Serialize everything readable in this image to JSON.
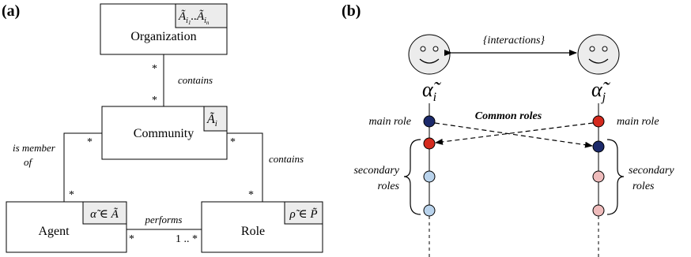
{
  "panel_a": {
    "label": "(a)",
    "organization": {
      "name": "Organization",
      "tag_base": "Ã",
      "tag_sub_1": "i",
      "tag_sub_1b": "1",
      "tag_mid": "..Ã",
      "tag_sub_2": "i",
      "tag_sub_2b": "n"
    },
    "community": {
      "name": "Community",
      "tag_base": "Ã",
      "tag_sub": "i"
    },
    "agent": {
      "name": "Agent",
      "tag": "α̃ ∈ Ã"
    },
    "role": {
      "name": "Role",
      "tag": "ρ̃ ∈ P̃"
    },
    "relations": {
      "contains_top": "contains",
      "contains_right": "contains",
      "is_member_line1": "is member",
      "is_member_line2": "of",
      "performs": "performs"
    },
    "multiplicities": {
      "org_bottom": "*",
      "community_top": "*",
      "community_left": "*",
      "community_right": "*",
      "agent_top": "*",
      "agent_right": "*",
      "role_top": "*",
      "role_left": "1 .. *"
    }
  },
  "panel_b": {
    "label": "(b)",
    "interactions": "{interactions}",
    "agent_i": {
      "symbol": "α̃",
      "sub": "i"
    },
    "agent_j": {
      "symbol": "α̃",
      "sub": "j"
    },
    "common_roles": "Common roles",
    "main_role_left": "main role",
    "main_role_right": "main role",
    "secondary_left_1": "secondary",
    "secondary_left_2": "roles",
    "secondary_right_1": "secondary",
    "secondary_right_2": "roles"
  },
  "colors": {
    "main_role": "#1c2a6b",
    "common_role": "#d42a1e",
    "secondary_left": "#b9d3ec",
    "secondary_right": "#efbcbc",
    "tag_fill": "#ececec",
    "line": "#000000"
  }
}
